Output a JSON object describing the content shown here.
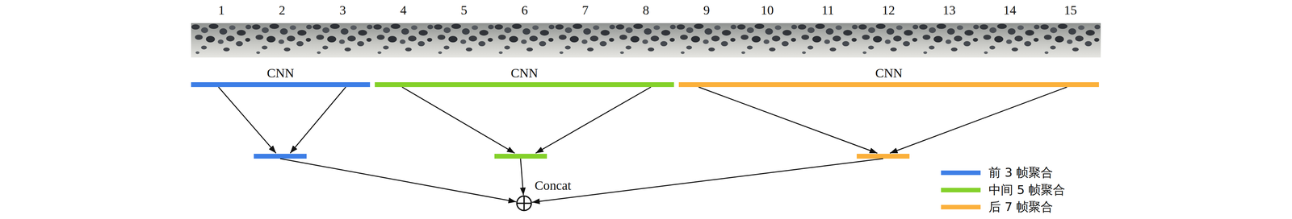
{
  "diagram": {
    "nodes": [
      {
        "text": [
          "CNN"
        ]
      },
      {
        "text": [
          "CNN"
        ]
      },
      {
        "text": [
          "CNN"
        ]
      },
      {
        "text": [
          "Concat"
        ]
      }
    ],
    "edges": [
      {
        "from": 0,
        "to": 3,
        "arrow": "to"
      },
      {
        "from": 1,
        "to": 3,
        "arrow": "to"
      },
      {
        "from": 2,
        "to": 3,
        "arrow": "to"
      }
    ],
    "labels": [
      "1",
      "2",
      "3",
      "4",
      "5",
      "6",
      "7",
      "8",
      "9",
      "10",
      "11",
      "12",
      "13",
      "14",
      "15"
    ],
    "legend": [
      {
        "text": "前 3 帧聚合",
        "color": "#3d7ee6"
      },
      {
        "text": "中间 5 帧聚合",
        "color": "#84d12a"
      },
      {
        "text": "后 7 帧聚合",
        "color": "#fbb03b"
      }
    ]
  }
}
